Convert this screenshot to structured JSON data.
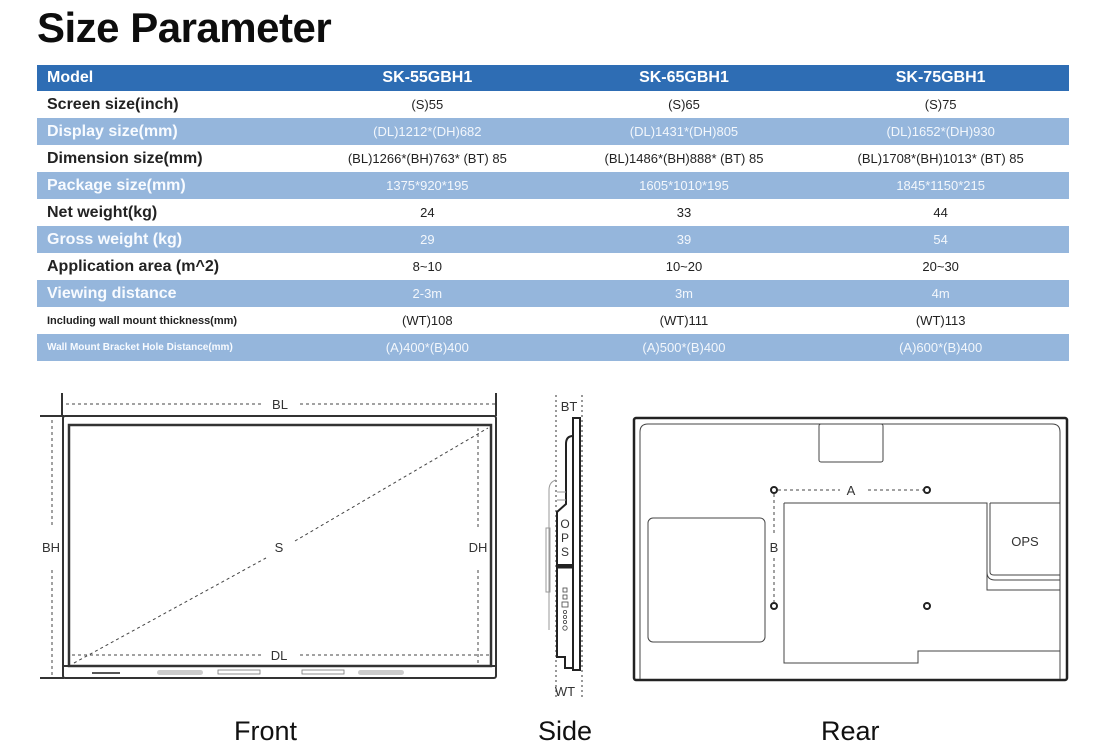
{
  "title": "Size Parameter",
  "table": {
    "header": [
      "Model",
      "SK-55GBH1",
      "SK-65GBH1",
      "SK-75GBH1"
    ],
    "rows": [
      {
        "label": "Screen size(inch)",
        "values": [
          "(S)55",
          "(S)65",
          "(S)75"
        ]
      },
      {
        "label": "Display size(mm)",
        "values": [
          "(DL)1212*(DH)682",
          "(DL)1431*(DH)805",
          "(DL)1652*(DH)930"
        ]
      },
      {
        "label": "Dimension size(mm)",
        "values": [
          "(BL)1266*(BH)763* (BT) 85",
          "(BL)1486*(BH)888* (BT) 85",
          "(BL)1708*(BH)1013* (BT) 85"
        ]
      },
      {
        "label": "Package size(mm)",
        "values": [
          "1375*920*195",
          "1605*1010*195",
          "1845*1150*215"
        ]
      },
      {
        "label": "Net weight(kg)",
        "values": [
          "24",
          "33",
          "44"
        ]
      },
      {
        "label": "Gross weight (kg)",
        "values": [
          "29",
          "39",
          "54"
        ]
      },
      {
        "label": "Application area (m^2)",
        "values": [
          "8~10",
          "10~20",
          "20~30"
        ]
      },
      {
        "label": "Viewing distance",
        "values": [
          "2-3m",
          "3m",
          "4m"
        ]
      },
      {
        "label": "Including wall mount thickness(mm)",
        "values": [
          "(WT)108",
          "(WT)111",
          "(WT)113"
        ]
      },
      {
        "label": "Wall Mount Bracket Hole Distance(mm)",
        "values": [
          "(A)400*(B)400",
          "(A)500*(B)400",
          "(A)600*(B)400"
        ]
      }
    ]
  },
  "colors": {
    "header_blue": "#2e6db4",
    "stripe_blue": "#95b6dc"
  },
  "diagrams": {
    "front": {
      "caption": "Front",
      "labels": {
        "bl": "BL",
        "bh": "BH",
        "s": "S",
        "dh": "DH",
        "dl": "DL"
      }
    },
    "side": {
      "caption": "Side",
      "labels": {
        "bt": "BT",
        "ops": "OPS",
        "wt": "WT"
      }
    },
    "rear": {
      "caption": "Rear",
      "labels": {
        "a": "A",
        "b": "B",
        "ops": "OPS"
      }
    }
  }
}
